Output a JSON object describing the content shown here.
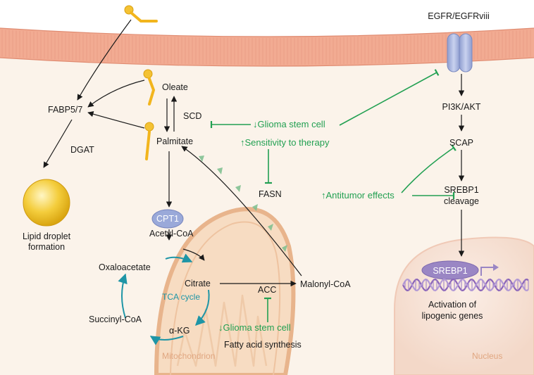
{
  "labels": {
    "egfr": "EGFR/EGFRviii",
    "pi3k": "PI3K/AKT",
    "scap": "SCAP",
    "srebp1_cleavage_1": "SREBP1",
    "srebp1_cleavage_2": "cleavage",
    "srebp1_nuclear": "SREBP1",
    "activation_1": "Activation of",
    "activation_2": "lipogenic genes",
    "nucleus": "Nucleus",
    "fabp": "FABP5/7",
    "dgat": "DGAT",
    "lipid_1": "Lipid droplet",
    "lipid_2": "formation",
    "oleate": "Oleate",
    "scd": "SCD",
    "palmitate": "Palmitate",
    "cpt1": "CPT1",
    "acetyl_coa": "Acetyl-CoA",
    "oxaloacetate": "Oxaloacetate",
    "citrate": "Citrate",
    "tca": "TCA cycle",
    "succinyl": "Succinyl-CoA",
    "akg": "α-KG",
    "mitochondrion": "Mitochondrion",
    "fasn": "FASN",
    "acc": "ACC",
    "malonyl": "Malonyl-CoA",
    "fatty_acid": "Fatty acid synthesis",
    "glioma_1": "↓Glioma stem cell",
    "sensitivity": "↑Sensitivity to therapy",
    "antitumor": "↑Antitumor effects",
    "glioma_2": "↓Glioma stem cell"
  },
  "colors": {
    "membrane": "#f2ab92",
    "cell_bg": "#fbf3ea",
    "mito_fill": "#f7dcc2",
    "mito_edge": "#e8b48c",
    "inhibition": "#22a052",
    "tca": "#1e95a6",
    "srebp": "#9a86c4",
    "dna": "#8a64b8",
    "lipid": "#f2c530",
    "receptor": "#aab7df",
    "cpt1": "#9aa9d9",
    "label_faint": "#e0a680"
  }
}
